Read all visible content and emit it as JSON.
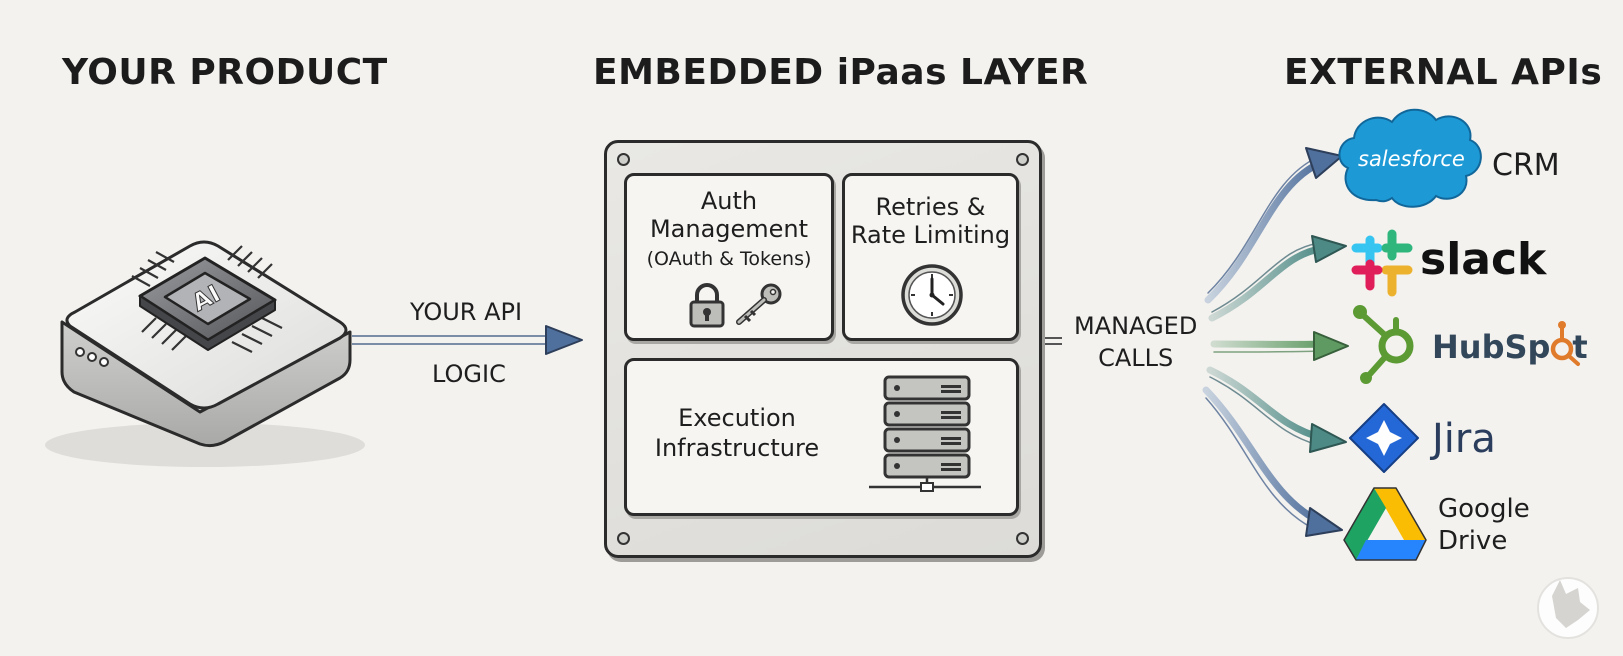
{
  "columns": {
    "left_title": "YOUR PRODUCT",
    "mid_title": "EMBEDDED iPaas LAYER",
    "right_title": "EXTERNAL APIs"
  },
  "product": {
    "chip_label": "AI"
  },
  "api_arrow": {
    "line1": "YOUR API",
    "line2": "LOGIC"
  },
  "ipaas": {
    "auth": {
      "line1": "Auth",
      "line2": "Management",
      "line3": "(OAuth & Tokens)"
    },
    "retries": {
      "line1": "Retries &",
      "line2": "Rate Limiting"
    },
    "execution": {
      "line1": "Execution",
      "line2": "Infrastructure"
    }
  },
  "managed_calls": {
    "line1": "MANAGED",
    "line2": "CALLS"
  },
  "external_apis": {
    "salesforce": {
      "logo_text": "salesforce",
      "label": "CRM"
    },
    "slack": {
      "label": "slack"
    },
    "hubspot": {
      "label_a": "HubSp",
      "label_b": "t"
    },
    "jira": {
      "label": "Jira"
    },
    "gdrive": {
      "line1": "Google",
      "line2": "Drive"
    }
  },
  "colors": {
    "arrow_blue": "#4f6f9c",
    "arrow_green": "#5f9a62",
    "salesforce_blue": "#1d9ad6",
    "hubspot_green": "#5c9a34",
    "jira_blue": "#2467d6"
  }
}
